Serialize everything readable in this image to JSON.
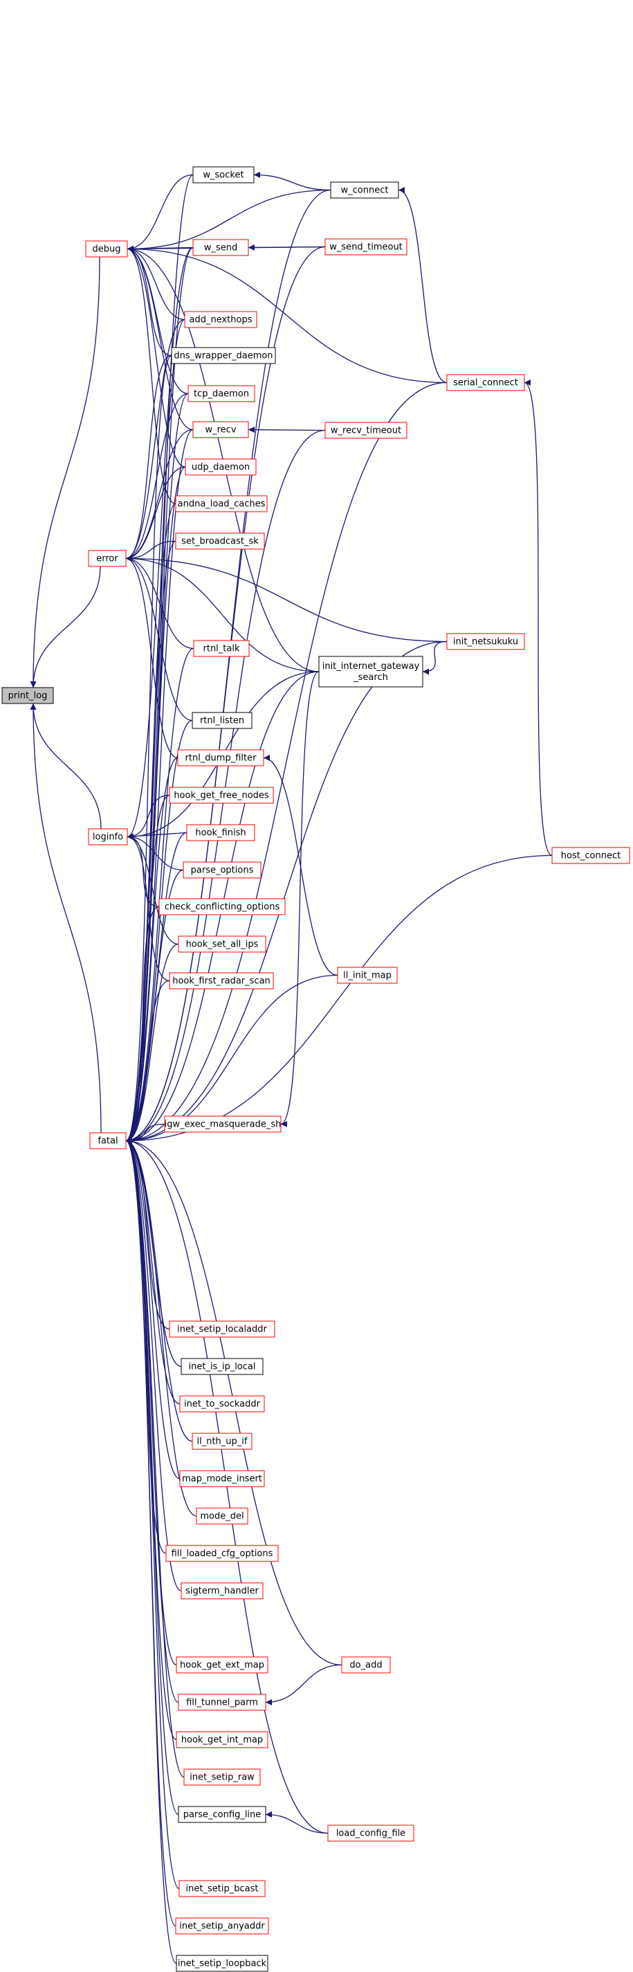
{
  "graph": {
    "colors": {
      "edge": "#191970",
      "node_border_red": "#ff0000",
      "node_border_black": "#000000",
      "node_fill_root": "#bfbfbf",
      "node_fill": "#ffffff"
    },
    "nodes": [
      {
        "id": "print_log",
        "label": "print_log",
        "border": "black",
        "root": true
      },
      {
        "id": "debug",
        "label": "debug",
        "border": "red"
      },
      {
        "id": "error",
        "label": "error",
        "border": "red"
      },
      {
        "id": "loginfo",
        "label": "loginfo",
        "border": "red"
      },
      {
        "id": "fatal",
        "label": "fatal",
        "border": "red"
      },
      {
        "id": "w_socket",
        "label": "w_socket",
        "border": "black"
      },
      {
        "id": "w_send",
        "label": "w_send",
        "border": "red"
      },
      {
        "id": "add_nexthops",
        "label": "add_nexthops",
        "border": "red"
      },
      {
        "id": "dns_wrapper_daemon",
        "label": "dns_wrapper_daemon",
        "border": "black"
      },
      {
        "id": "tcp_daemon",
        "label": "tcp_daemon",
        "border": "red"
      },
      {
        "id": "w_recv",
        "label": "w_recv",
        "border": "red"
      },
      {
        "id": "udp_daemon",
        "label": "udp_daemon",
        "border": "red"
      },
      {
        "id": "andna_load_caches",
        "label": "andna_load_caches",
        "border": "red"
      },
      {
        "id": "set_broadcast_sk",
        "label": "set_broadcast_sk",
        "border": "red"
      },
      {
        "id": "rtnl_talk",
        "label": "rtnl_talk",
        "border": "red"
      },
      {
        "id": "rtnl_listen",
        "label": "rtnl_listen",
        "border": "black"
      },
      {
        "id": "rtnl_dump_filter",
        "label": "rtnl_dump_filter",
        "border": "red"
      },
      {
        "id": "hook_get_free_nodes",
        "label": "hook_get_free_nodes",
        "border": "red"
      },
      {
        "id": "hook_finish",
        "label": "hook_finish",
        "border": "red"
      },
      {
        "id": "parse_options",
        "label": "parse_options",
        "border": "red"
      },
      {
        "id": "check_conflicting_options",
        "label": "check_conflicting_options",
        "border": "red"
      },
      {
        "id": "hook_set_all_ips",
        "label": "hook_set_all_ips",
        "border": "red"
      },
      {
        "id": "hook_first_radar_scan",
        "label": "hook_first_radar_scan",
        "border": "red"
      },
      {
        "id": "igw_exec_masquerade_sh",
        "label": "igw_exec_masquerade_sh",
        "border": "red"
      },
      {
        "id": "inet_setip_localaddr",
        "label": "inet_setip_localaddr",
        "border": "red"
      },
      {
        "id": "inet_is_ip_local",
        "label": "inet_is_ip_local",
        "border": "black"
      },
      {
        "id": "inet_to_sockaddr",
        "label": "inet_to_sockaddr",
        "border": "red"
      },
      {
        "id": "ll_nth_up_if",
        "label": "ll_nth_up_if",
        "border": "red"
      },
      {
        "id": "map_mode_insert",
        "label": "map_mode_insert",
        "border": "red"
      },
      {
        "id": "mode_del",
        "label": "mode_del",
        "border": "red"
      },
      {
        "id": "fill_loaded_cfg_options",
        "label": "fill_loaded_cfg_options",
        "border": "red"
      },
      {
        "id": "sigterm_handler",
        "label": "sigterm_handler",
        "border": "red"
      },
      {
        "id": "hook_get_ext_map",
        "label": "hook_get_ext_map",
        "border": "red"
      },
      {
        "id": "fill_tunnel_parm",
        "label": "fill_tunnel_parm",
        "border": "red"
      },
      {
        "id": "hook_get_int_map",
        "label": "hook_get_int_map",
        "border": "red"
      },
      {
        "id": "inet_setip_raw",
        "label": "inet_setip_raw",
        "border": "red"
      },
      {
        "id": "parse_config_line",
        "label": "parse_config_line",
        "border": "black"
      },
      {
        "id": "inet_setip_bcast",
        "label": "inet_setip_bcast",
        "border": "red"
      },
      {
        "id": "inet_setip_anyaddr",
        "label": "inet_setip_anyaddr",
        "border": "red"
      },
      {
        "id": "inet_setip_loopback",
        "label": "inet_setip_loopback",
        "border": "black"
      },
      {
        "id": "w_connect",
        "label": "w_connect",
        "border": "black"
      },
      {
        "id": "w_send_timeout",
        "label": "w_send_timeout",
        "border": "red"
      },
      {
        "id": "w_recv_timeout",
        "label": "w_recv_timeout",
        "border": "red"
      },
      {
        "id": "init_internet_gateway_search",
        "label": "init_internet_gateway\n_search",
        "border": "black"
      },
      {
        "id": "ll_init_map",
        "label": "ll_init_map",
        "border": "red"
      },
      {
        "id": "do_add",
        "label": "do_add",
        "border": "red"
      },
      {
        "id": "load_config_file",
        "label": "load_config_file",
        "border": "red"
      },
      {
        "id": "serial_connect",
        "label": "serial_connect",
        "border": "red"
      },
      {
        "id": "init_netsukuku",
        "label": "init_netsukuku",
        "border": "red"
      },
      {
        "id": "host_connect",
        "label": "host_connect",
        "border": "red"
      }
    ],
    "edges": [
      [
        "debug",
        "print_log"
      ],
      [
        "error",
        "print_log"
      ],
      [
        "loginfo",
        "print_log"
      ],
      [
        "fatal",
        "print_log"
      ],
      [
        "w_socket",
        "debug"
      ],
      [
        "w_send",
        "debug"
      ],
      [
        "add_nexthops",
        "debug"
      ],
      [
        "dns_wrapper_daemon",
        "debug"
      ],
      [
        "tcp_daemon",
        "debug"
      ],
      [
        "w_recv",
        "debug"
      ],
      [
        "udp_daemon",
        "debug"
      ],
      [
        "andna_load_caches",
        "debug"
      ],
      [
        "w_connect",
        "debug"
      ],
      [
        "w_send_timeout",
        "debug"
      ],
      [
        "serial_connect",
        "debug"
      ],
      [
        "init_internet_gateway_search",
        "debug"
      ],
      [
        "add_nexthops",
        "error"
      ],
      [
        "dns_wrapper_daemon",
        "error"
      ],
      [
        "tcp_daemon",
        "error"
      ],
      [
        "w_recv",
        "error"
      ],
      [
        "udp_daemon",
        "error"
      ],
      [
        "set_broadcast_sk",
        "error"
      ],
      [
        "rtnl_talk",
        "error"
      ],
      [
        "rtnl_listen",
        "error"
      ],
      [
        "rtnl_dump_filter",
        "error"
      ],
      [
        "init_internet_gateway_search",
        "error"
      ],
      [
        "init_netsukuku",
        "error"
      ],
      [
        "w_send",
        "loginfo"
      ],
      [
        "hook_get_free_nodes",
        "loginfo"
      ],
      [
        "hook_finish",
        "loginfo"
      ],
      [
        "parse_options",
        "loginfo"
      ],
      [
        "check_conflicting_options",
        "loginfo"
      ],
      [
        "hook_set_all_ips",
        "loginfo"
      ],
      [
        "hook_first_radar_scan",
        "loginfo"
      ],
      [
        "init_internet_gateway_search",
        "loginfo"
      ],
      [
        "w_socket",
        "fatal"
      ],
      [
        "w_send",
        "fatal"
      ],
      [
        "add_nexthops",
        "fatal"
      ],
      [
        "dns_wrapper_daemon",
        "fatal"
      ],
      [
        "tcp_daemon",
        "fatal"
      ],
      [
        "w_recv",
        "fatal"
      ],
      [
        "udp_daemon",
        "fatal"
      ],
      [
        "andna_load_caches",
        "fatal"
      ],
      [
        "set_broadcast_sk",
        "fatal"
      ],
      [
        "rtnl_talk",
        "fatal"
      ],
      [
        "rtnl_listen",
        "fatal"
      ],
      [
        "rtnl_dump_filter",
        "fatal"
      ],
      [
        "hook_get_free_nodes",
        "fatal"
      ],
      [
        "hook_finish",
        "fatal"
      ],
      [
        "parse_options",
        "fatal"
      ],
      [
        "check_conflicting_options",
        "fatal"
      ],
      [
        "hook_set_all_ips",
        "fatal"
      ],
      [
        "hook_first_radar_scan",
        "fatal"
      ],
      [
        "igw_exec_masquerade_sh",
        "fatal"
      ],
      [
        "inet_setip_localaddr",
        "fatal"
      ],
      [
        "inet_is_ip_local",
        "fatal"
      ],
      [
        "inet_to_sockaddr",
        "fatal"
      ],
      [
        "ll_nth_up_if",
        "fatal"
      ],
      [
        "map_mode_insert",
        "fatal"
      ],
      [
        "mode_del",
        "fatal"
      ],
      [
        "fill_loaded_cfg_options",
        "fatal"
      ],
      [
        "sigterm_handler",
        "fatal"
      ],
      [
        "hook_get_ext_map",
        "fatal"
      ],
      [
        "fill_tunnel_parm",
        "fatal"
      ],
      [
        "hook_get_int_map",
        "fatal"
      ],
      [
        "inet_setip_raw",
        "fatal"
      ],
      [
        "parse_config_line",
        "fatal"
      ],
      [
        "inet_setip_bcast",
        "fatal"
      ],
      [
        "inet_setip_anyaddr",
        "fatal"
      ],
      [
        "inet_setip_loopback",
        "fatal"
      ],
      [
        "w_connect",
        "fatal"
      ],
      [
        "w_send_timeout",
        "fatal"
      ],
      [
        "w_recv_timeout",
        "fatal"
      ],
      [
        "init_internet_gateway_search",
        "fatal"
      ],
      [
        "ll_init_map",
        "fatal"
      ],
      [
        "do_add",
        "fatal"
      ],
      [
        "load_config_file",
        "fatal"
      ],
      [
        "serial_connect",
        "fatal"
      ],
      [
        "init_netsukuku",
        "fatal"
      ],
      [
        "host_connect",
        "fatal"
      ],
      [
        "w_connect",
        "w_socket"
      ],
      [
        "w_send_timeout",
        "w_send"
      ],
      [
        "w_recv_timeout",
        "w_recv"
      ],
      [
        "ll_init_map",
        "rtnl_dump_filter"
      ],
      [
        "init_internet_gateway_search",
        "igw_exec_masquerade_sh"
      ],
      [
        "do_add",
        "fill_tunnel_parm"
      ],
      [
        "load_config_file",
        "parse_config_line"
      ],
      [
        "serial_connect",
        "w_connect"
      ],
      [
        "init_netsukuku",
        "init_internet_gateway_search"
      ],
      [
        "host_connect",
        "serial_connect"
      ]
    ]
  }
}
